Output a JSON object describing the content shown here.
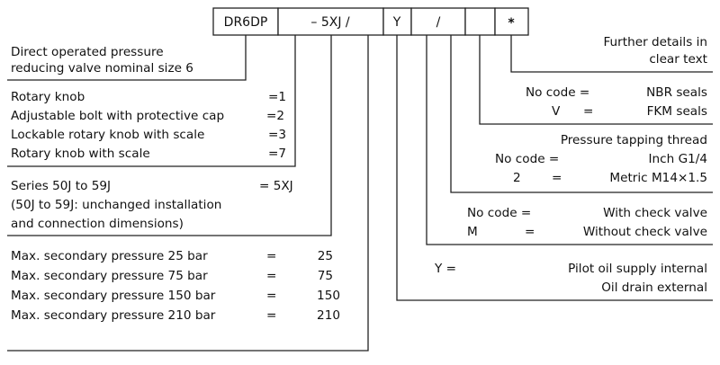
{
  "code_row": {
    "cells": [
      "DR6DP",
      "– 5XJ /",
      "Y",
      "/",
      "",
      "*"
    ]
  },
  "groups": {
    "valve": {
      "line1": "Direct operated pressure",
      "line2": "reducing valve  nominal size 6"
    },
    "adjustment": [
      {
        "label": "Rotary knob",
        "code": "=1"
      },
      {
        "label": "Adjustable bolt with protective cap",
        "code": "=2"
      },
      {
        "label": "Lockable rotary knob with scale",
        "code": "=3"
      },
      {
        "label": "Rotary knob with scale",
        "code": "=7"
      }
    ],
    "series": {
      "label": "Series 50J to 59J",
      "code": "= 5XJ",
      "note1": "(50J to 59J: unchanged installation",
      "note2": "and connection dimensions)"
    },
    "pressure": [
      {
        "label": "Max. secondary pressure 25 bar",
        "eq": "=",
        "code": "25"
      },
      {
        "label": "Max. secondary pressure 75 bar",
        "eq": "=",
        "code": "75"
      },
      {
        "label": "Max. secondary pressure 150 bar",
        "eq": "=",
        "code": "150"
      },
      {
        "label": "Max. secondary pressure 210 bar",
        "eq": "=",
        "code": "210"
      }
    ]
  },
  "right": {
    "further": {
      "line1": "Further details in",
      "line2": "clear text"
    },
    "seals": [
      {
        "code": "No code =",
        "value": "NBR seals"
      },
      {
        "code": "V",
        "eq": "=",
        "value": "FKM seals"
      }
    ],
    "tapping": {
      "title": "Pressure tapping thread",
      "rows": [
        {
          "code": "No code =",
          "value": "Inch G1/4"
        },
        {
          "code": "2",
          "eq": "=",
          "value": "Metric M14×1.5"
        }
      ]
    },
    "check": [
      {
        "code": "No code =",
        "value": "With check valve"
      },
      {
        "code": "M",
        "eq": "=",
        "value": "Without check valve"
      }
    ],
    "pilot": {
      "code": "Y =",
      "line1": "Pilot oil supply internal",
      "line2": "Oil drain external"
    }
  }
}
